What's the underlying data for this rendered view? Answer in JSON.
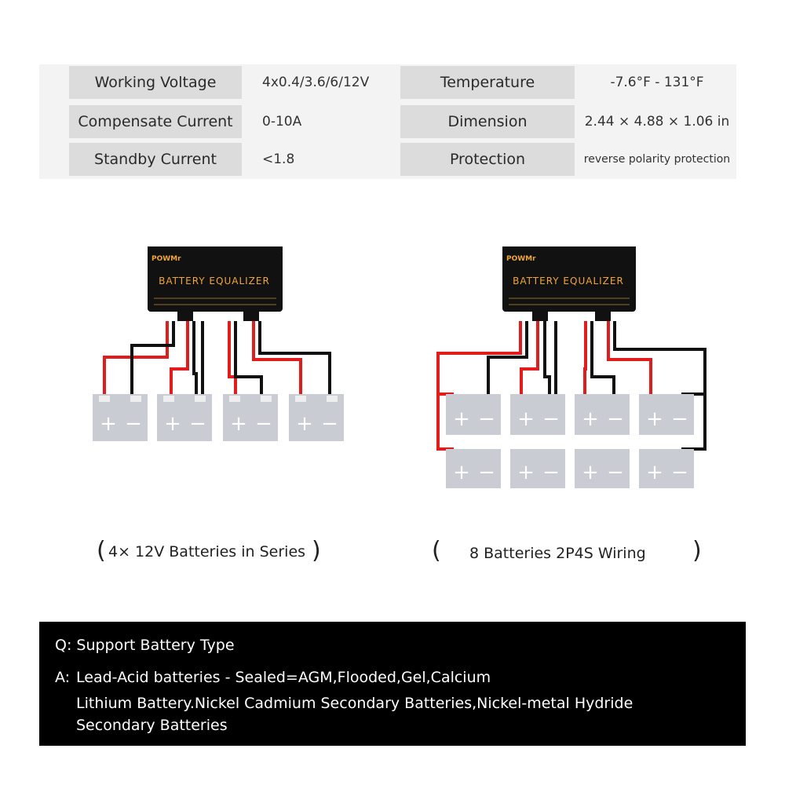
{
  "specs": {
    "rows": [
      {
        "label1": "Working Voltage",
        "value1": "4x0.4/3.6/6/12V",
        "label2": "Temperature",
        "value2": "-7.6°F - 131°F"
      },
      {
        "label1": "Compensate Current",
        "value1": "0-10A",
        "label2": "Dimension",
        "value2": "2.44 × 4.88 × 1.06 in"
      },
      {
        "label1": "Standby Current",
        "value1": "<1.8",
        "label2": "Protection",
        "value2": "reverse polarity protection"
      }
    ]
  },
  "device": {
    "brand": "POWMr",
    "name": "BATTERY EQUALIZER"
  },
  "battery": {
    "plus": "+",
    "minus": "−"
  },
  "captions": {
    "left": "4× 12V Batteries in Series",
    "right": "8 Batteries  2P4S Wiring",
    "open_paren": "(",
    "close_paren": ")"
  },
  "faq": {
    "question": "Q: Support Battery Type",
    "answer_prefix": "A:",
    "answer_lines": [
      "Lead-Acid batteries - Sealed=AGM,Flooded,Gel,Calcium",
      "Lithium Battery.Nickel Cadmium Secondary Batteries,Nickel-metal Hydride",
      "Secondary Batteries"
    ]
  },
  "colors": {
    "wire_red": "#e21b1b",
    "wire_black": "#111111",
    "battery_fill": "#c9ccd2",
    "device_body": "#111111",
    "device_text": "#f0a63a"
  }
}
